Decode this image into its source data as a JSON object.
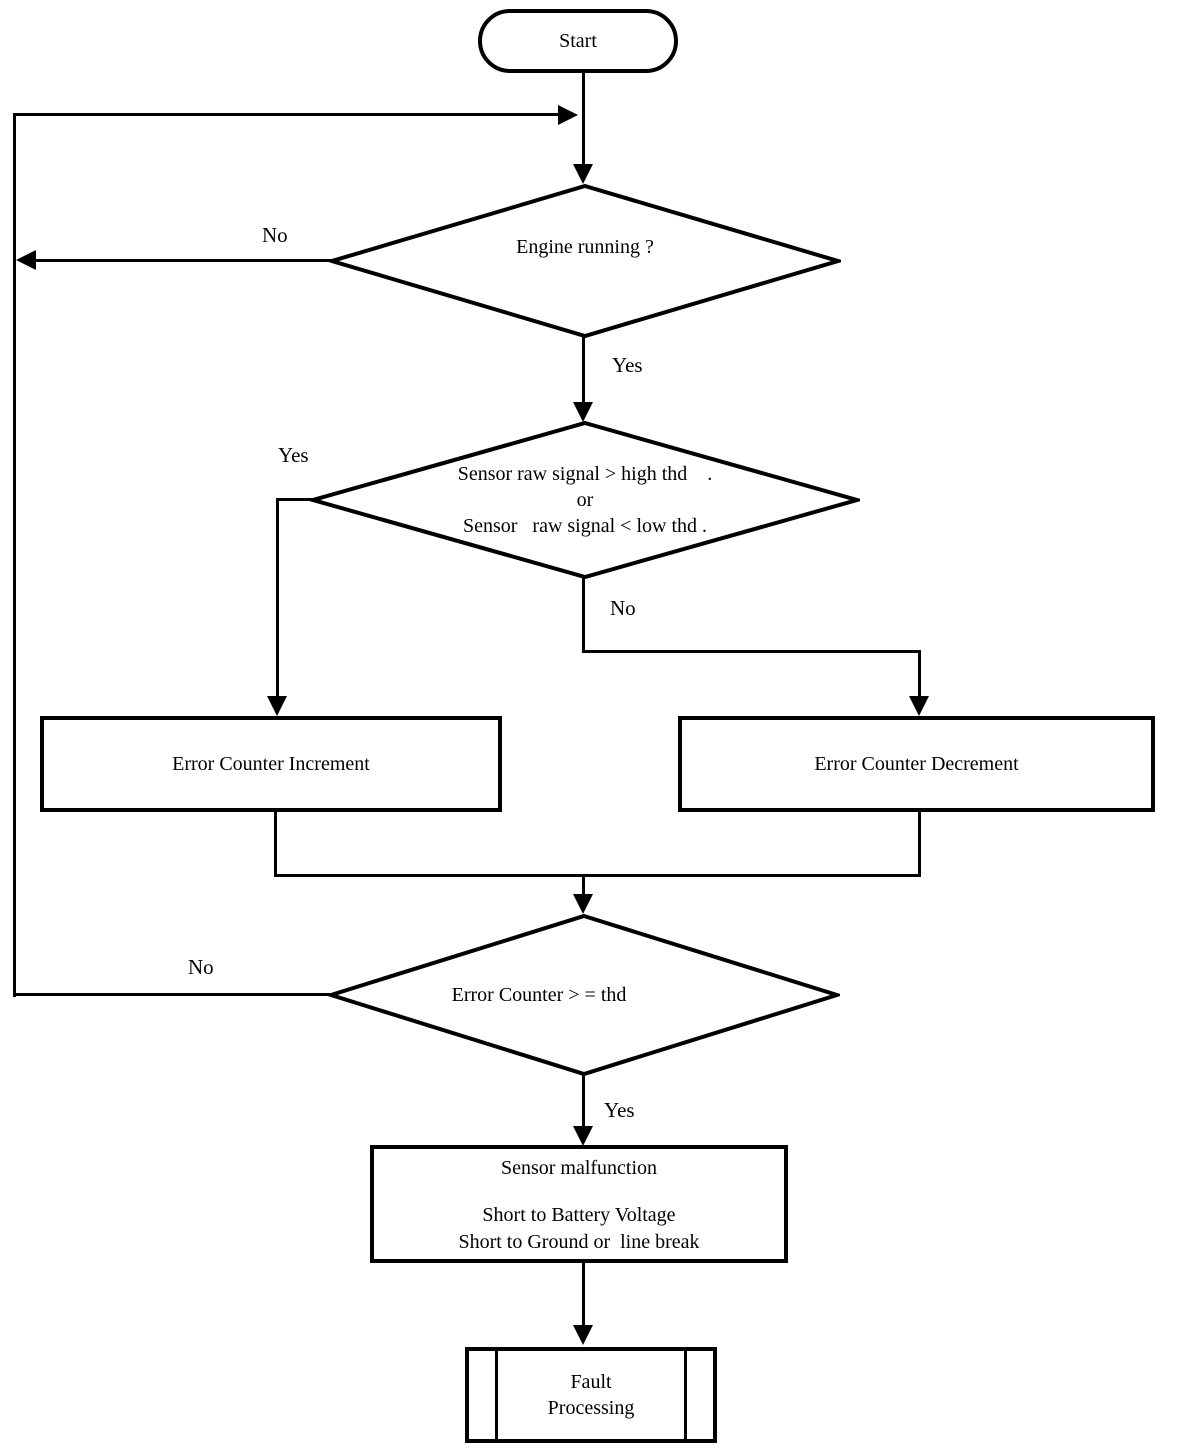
{
  "diagram": {
    "background_color": "#ffffff",
    "line_color": "#000000",
    "nodes": {
      "start": {
        "label": "Start"
      },
      "engine_running": {
        "label": "Engine running ?"
      },
      "sensor_signal": {
        "line1": "Sensor raw signal > high thd    .",
        "line2": "or",
        "line3": "Sensor   raw signal < low thd ."
      },
      "error_counter_increment": {
        "label": "Error Counter Increment"
      },
      "error_counter_decrement": {
        "label": "Error Counter Decrement"
      },
      "error_counter_threshold": {
        "label": "Error Counter > = thd"
      },
      "sensor_malfunction": {
        "line1": "Sensor malfunction",
        "line2": "Short to Battery Voltage",
        "line3": "Short to Ground or  line break"
      },
      "fault_processing": {
        "line1": "Fault",
        "line2": "Processing"
      }
    },
    "edge_labels": {
      "engine_running_no": "No",
      "engine_running_yes": "Yes",
      "sensor_signal_yes": "Yes",
      "sensor_signal_no": "No",
      "error_counter_no": "No",
      "error_counter_yes": "Yes"
    }
  }
}
